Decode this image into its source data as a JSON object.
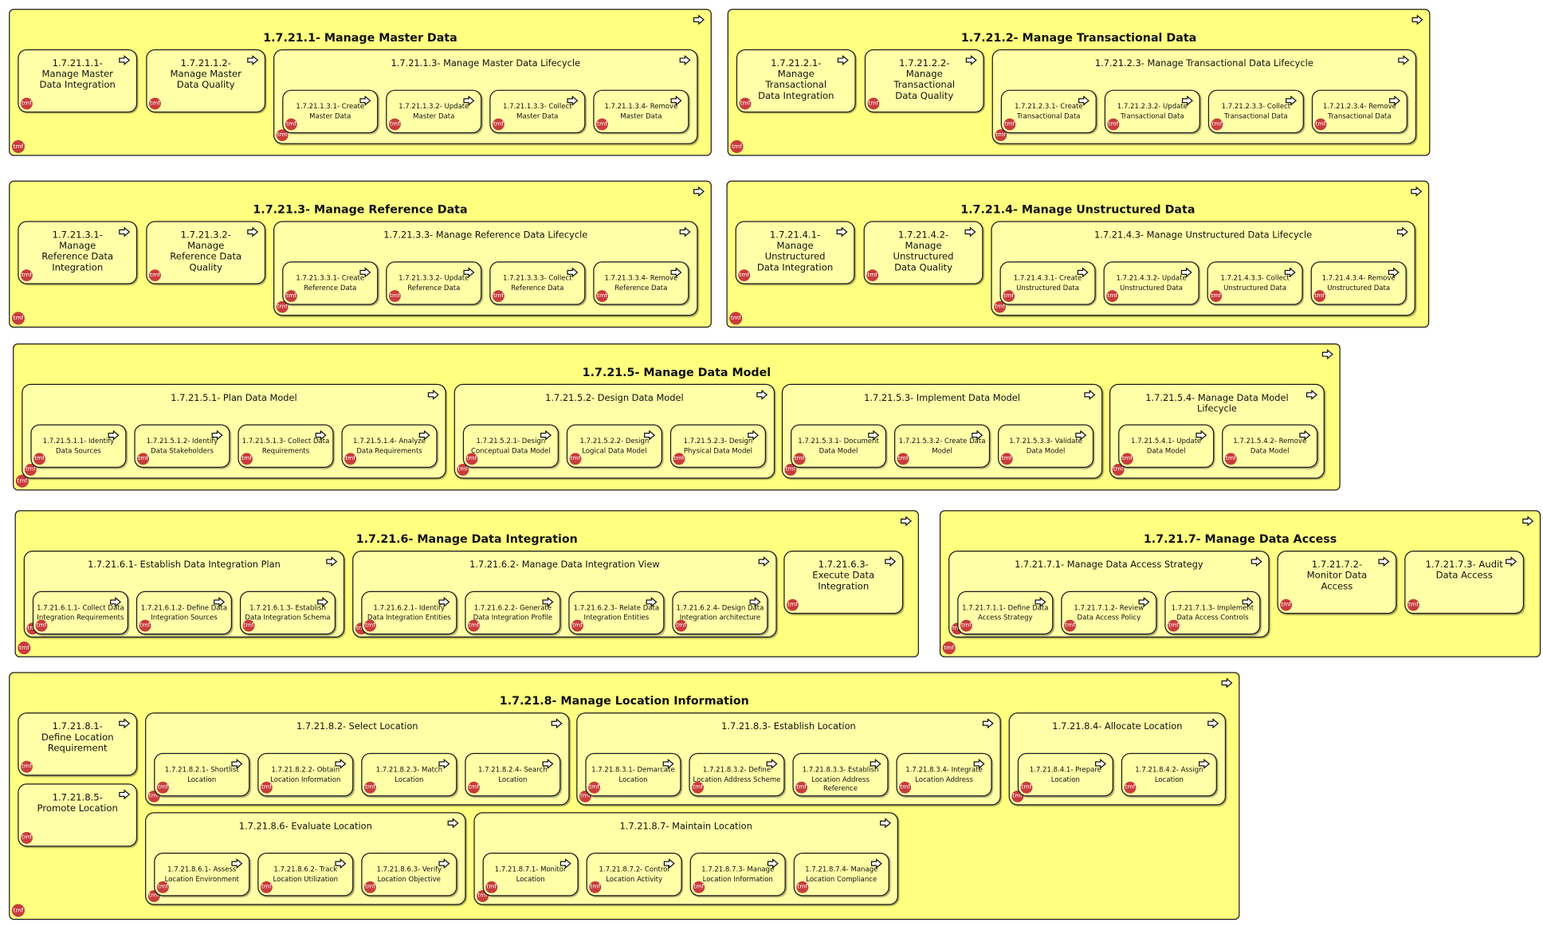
{
  "diagram": {
    "tmf_label": "tmf",
    "groups": [
      {
        "title": "1.7.21.1- Manage Master Data",
        "children": [
          {
            "title": "1.7.21.1.1- Manage Master Data Integration"
          },
          {
            "title": "1.7.21.1.2- Manage Master Data Quality"
          },
          {
            "title": "1.7.21.1.3- Manage Master Data Lifecycle",
            "children": [
              {
                "title": "1.7.21.1.3.1- Create Master Data"
              },
              {
                "title": "1.7.21.1.3.2- Update Master Data"
              },
              {
                "title": "1.7.21.1.3.3- Collect Master Data"
              },
              {
                "title": "1.7.21.1.3.4- Remove Master Data"
              }
            ]
          }
        ]
      },
      {
        "title": "1.7.21.2- Manage Transactional Data",
        "children": [
          {
            "title": "1.7.21.2.1- Manage Transactional Data Integration"
          },
          {
            "title": "1.7.21.2.2- Manage Transactional Data Quality"
          },
          {
            "title": "1.7.21.2.3- Manage Transactional Data Lifecycle",
            "children": [
              {
                "title": "1.7.21.2.3.1- Create Transactional Data"
              },
              {
                "title": "1.7.21.2.3.2- Update Transactional Data"
              },
              {
                "title": "1.7.21.2.3.3- Collect Transactional Data"
              },
              {
                "title": "1.7.21.2.3.4- Remove Transactional Data"
              }
            ]
          }
        ]
      },
      {
        "title": "1.7.21.3- Manage Reference Data",
        "children": [
          {
            "title": "1.7.21.3.1- Manage Reference Data Integration"
          },
          {
            "title": "1.7.21.3.2- Manage Reference Data Quality"
          },
          {
            "title": "1.7.21.3.3- Manage Reference Data Lifecycle",
            "children": [
              {
                "title": "1.7.21.3.3.1- Create Reference Data"
              },
              {
                "title": "1.7.21.3.3.2- Update Reference Data"
              },
              {
                "title": "1.7.21.3.3.3- Collect Reference Data"
              },
              {
                "title": "1.7.21.3.3.4- Remove Reference Data"
              }
            ]
          }
        ]
      },
      {
        "title": "1.7.21.4- Manage Unstructured Data",
        "children": [
          {
            "title": "1.7.21.4.1- Manage Unstructured Data Integration"
          },
          {
            "title": "1.7.21.4.2- Manage Unstructured Data Quality"
          },
          {
            "title": "1.7.21.4.3- Manage Unstructured Data Lifecycle",
            "children": [
              {
                "title": "1.7.21.4.3.1- Create Unstructured Data"
              },
              {
                "title": "1.7.21.4.3.2- Update Unstructured Data"
              },
              {
                "title": "1.7.21.4.3.3- Collect Unstructured Data"
              },
              {
                "title": "1.7.21.4.3.4- Remove Unstructured Data"
              }
            ]
          }
        ]
      },
      {
        "title": "1.7.21.5- Manage Data Model",
        "children": [
          {
            "title": "1.7.21.5.1- Plan Data Model",
            "children": [
              {
                "title": "1.7.21.5.1.1- Identify Data Sources"
              },
              {
                "title": "1.7.21.5.1.2- Identify Data Stakeholders"
              },
              {
                "title": "1.7.21.5.1.3- Collect Data Requirements"
              },
              {
                "title": "1.7.21.5.1.4- Analyze Data Requirements"
              }
            ]
          },
          {
            "title": "1.7.21.5.2- Design Data Model",
            "children": [
              {
                "title": "1.7.21.5.2.1- Design Conceptual Data Model"
              },
              {
                "title": "1.7.21.5.2.2- Design Logical Data Model"
              },
              {
                "title": "1.7.21.5.2.3- Design Physical Data Model"
              }
            ]
          },
          {
            "title": "1.7.21.5.3- Implement Data Model",
            "children": [
              {
                "title": "1.7.21.5.3.1- Document Data Model"
              },
              {
                "title": "1.7.21.5.3.2- Create Data Model"
              },
              {
                "title": "1.7.21.5.3.3- Validate Data Model"
              }
            ]
          },
          {
            "title": "1.7.21.5.4- Manage Data Model Lifecycle",
            "children": [
              {
                "title": "1.7.21.5.4.1- Update Data Model"
              },
              {
                "title": "1.7.21.5.4.2- Remove Data Model"
              }
            ]
          }
        ]
      },
      {
        "title": "1.7.21.6- Manage Data Integration",
        "children": [
          {
            "title": "1.7.21.6.1- Establish Data Integration Plan",
            "children": [
              {
                "title": "1.7.21.6.1.1- Collect Data Integration Requirements"
              },
              {
                "title": "1.7.21.6.1.2- Define Data Integration Sources"
              },
              {
                "title": "1.7.21.6.1.3- Establish Data Integration Schema"
              }
            ]
          },
          {
            "title": "1.7.21.6.2- Manage Data Integration View",
            "children": [
              {
                "title": "1.7.21.6.2.1- Identify Data Integration Entities"
              },
              {
                "title": "1.7.21.6.2.2- Generate Data Integration Profile"
              },
              {
                "title": "1.7.21.6.2.3- Relate Data Integration Entities"
              },
              {
                "title": "1.7.21.6.2.4- Design Data Integration architecture"
              }
            ]
          },
          {
            "title": "1.7.21.6.3- Execute Data Integration"
          }
        ]
      },
      {
        "title": "1.7.21.7- Manage Data Access",
        "children": [
          {
            "title": "1.7.21.7.1- Manage Data Access Strategy",
            "children": [
              {
                "title": "1.7.21.7.1.1- Define Data Access Strategy"
              },
              {
                "title": "1.7.21.7.1.2- Review Data Access Policy"
              },
              {
                "title": "1.7.21.7.1.3- Implement Data Access Controls"
              }
            ]
          },
          {
            "title": "1.7.21.7.2- Monitor Data Access"
          },
          {
            "title": "1.7.21.7.3- Audit Data Access"
          }
        ]
      },
      {
        "title": "1.7.21.8- Manage Location Information",
        "children": [
          {
            "title": "1.7.21.8.1- Define Location Requirement"
          },
          {
            "title": "1.7.21.8.2- Select Location",
            "children": [
              {
                "title": "1.7.21.8.2.1- Shortlist Location"
              },
              {
                "title": "1.7.21.8.2.2- Obtain Location Information"
              },
              {
                "title": "1.7.21.8.2.3- Match Location"
              },
              {
                "title": "1.7.21.8.2.4- Search Location"
              }
            ]
          },
          {
            "title": "1.7.21.8.3- Establish Location",
            "children": [
              {
                "title": "1.7.21.8.3.1- Demarcate Location"
              },
              {
                "title": "1.7.21.8.3.2- Define Location Address Scheme"
              },
              {
                "title": "1.7.21.8.3.3- Establish Location Address Reference"
              },
              {
                "title": "1.7.21.8.3.4- Integrate Location Address"
              }
            ]
          },
          {
            "title": "1.7.21.8.4- Allocate Location",
            "children": [
              {
                "title": "1.7.21.8.4.1- Prepare Location"
              },
              {
                "title": "1.7.21.8.4.2- Assign Location"
              }
            ]
          },
          {
            "title": "1.7.21.8.5- Promote Location"
          },
          {
            "title": "1.7.21.8.6- Evaluate Location",
            "children": [
              {
                "title": "1.7.21.8.6.1- Assess Location Environment"
              },
              {
                "title": "1.7.21.8.6.2- Track Location Utilization"
              },
              {
                "title": "1.7.21.8.6.3- Verify Location Objective"
              }
            ]
          },
          {
            "title": "1.7.21.8.7- Maintain Location",
            "children": [
              {
                "title": "1.7.21.8.7.1- Monitor Location"
              },
              {
                "title": "1.7.21.8.7.2- Control Location Activity"
              },
              {
                "title": "1.7.21.8.7.3- Manage Location Information"
              },
              {
                "title": "1.7.21.8.7.4- Manage Location Compliance"
              }
            ]
          }
        ]
      }
    ]
  }
}
